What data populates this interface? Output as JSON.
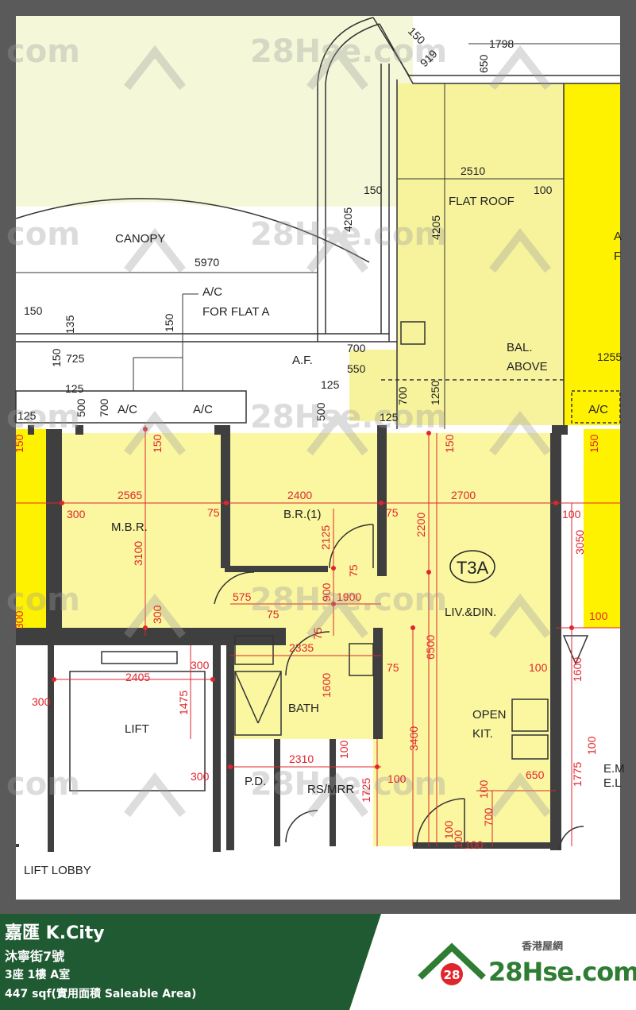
{
  "plan": {
    "unit_label": "T3A",
    "rooms": {
      "canopy": "CANOPY",
      "flat_roof": "FLAT ROOF",
      "ac_for_flat_a_line1": "A/C",
      "ac_for_flat_a_line2": "FOR FLAT A",
      "af": "A.F.",
      "bal_line1": "BAL.",
      "bal_line2": "ABOVE",
      "ac1": "A/C",
      "ac2": "A/C",
      "ac3": "A/C",
      "mbr": "M.B.R.",
      "br1": "B.R.(1)",
      "liv_din": "LIV.&DIN.",
      "bath": "BATH",
      "open_kit_line1": "OPEN",
      "open_kit_line2": "KIT.",
      "lift": "LIFT",
      "pd": "P.D.",
      "rs_mrr": "RS/MRR",
      "em_line1": "E.M",
      "em_line2": "E.L",
      "lift_lobby": "LIFT LOBBY",
      "right_a": "A",
      "right_f": "F"
    },
    "dimensions_black": [
      "150",
      "919",
      "650",
      "1798",
      "2510",
      "150",
      "100",
      "4205",
      "4205",
      "5970",
      "150",
      "135",
      "150",
      "700",
      "550",
      "725",
      "150",
      "125",
      "125",
      "500",
      "700",
      "1250",
      "125",
      "500",
      "700",
      "125",
      "1255"
    ],
    "dimensions_red": [
      "2565",
      "2400",
      "2700",
      "300",
      "75",
      "75",
      "100",
      "3100",
      "2125",
      "2200",
      "3050",
      "75",
      "575",
      "75",
      "1900",
      "900",
      "300",
      "2335",
      "75",
      "6500",
      "100",
      "1600",
      "2405",
      "300",
      "300",
      "1475",
      "1600",
      "75",
      "2310",
      "100",
      "300",
      "100",
      "1725",
      "3400",
      "100",
      "650",
      "100",
      "700",
      "100",
      "100",
      "1775",
      "100",
      "150",
      "150",
      "150",
      "150",
      "100",
      "300"
    ]
  },
  "watermark": {
    "text_left": "com",
    "text_mid": "28Hse.com",
    "badge": "28"
  },
  "footer": {
    "estate": "嘉匯 K.City",
    "address": "沐寧街7號",
    "unit": "3座 1樓 A室",
    "area": "447 sqf(實用面積 Saleable Area)",
    "tagline": "香港屋網",
    "brand": "28Hse.com",
    "brand_badge": "28"
  },
  "colors": {
    "room_fill": "#faf7a0",
    "bright_yellow": "#fff200",
    "flat_roof_fill": "#f7f39c",
    "wall": "#3f3f3f",
    "dimension_red": "#e0262c",
    "footer_green": "#1f5a32",
    "frame_grey": "#5a5a5a",
    "light_green_bg": "#f4f8d8"
  }
}
